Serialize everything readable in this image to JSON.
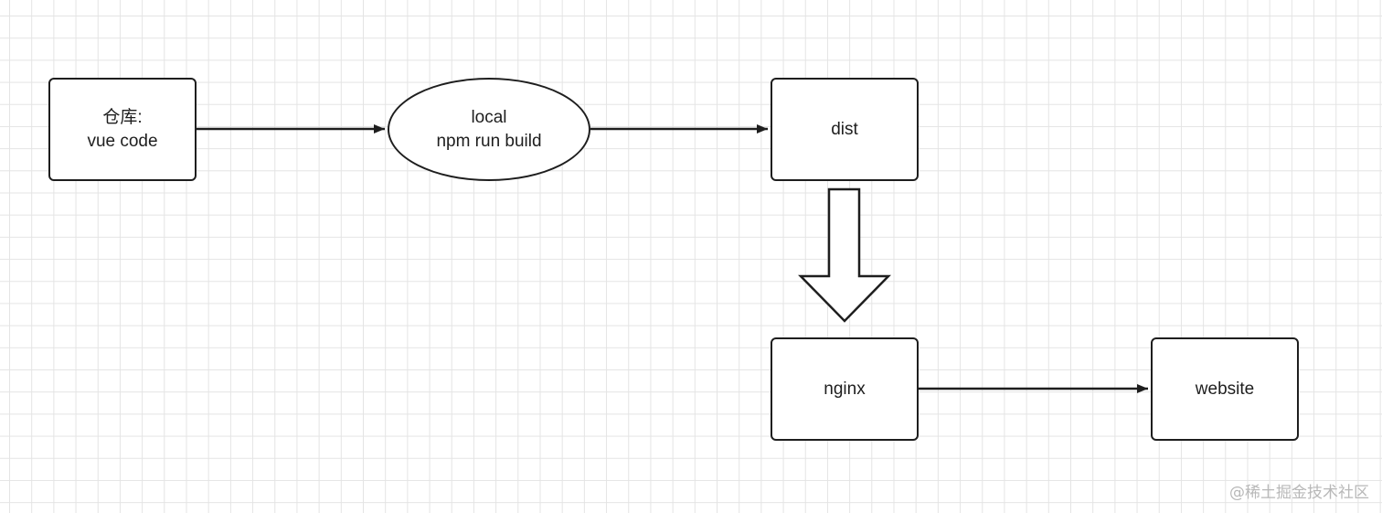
{
  "nodes": {
    "repo": {
      "line1": "仓库:",
      "line2": "vue code"
    },
    "build": {
      "line1": "local",
      "line2": "npm run build"
    },
    "dist": {
      "label": "dist"
    },
    "nginx": {
      "label": "nginx"
    },
    "website": {
      "label": "website"
    }
  },
  "edges": [
    {
      "from": "repo",
      "to": "build",
      "style": "thin-arrow"
    },
    {
      "from": "build",
      "to": "dist",
      "style": "thin-arrow"
    },
    {
      "from": "dist",
      "to": "nginx",
      "style": "block-arrow"
    },
    {
      "from": "nginx",
      "to": "website",
      "style": "thin-arrow"
    }
  ],
  "watermark": "@稀土掘金技术社区",
  "colors": {
    "stroke": "#1e1e1e",
    "grid": "#e4e4e4",
    "background": "#ffffff"
  }
}
